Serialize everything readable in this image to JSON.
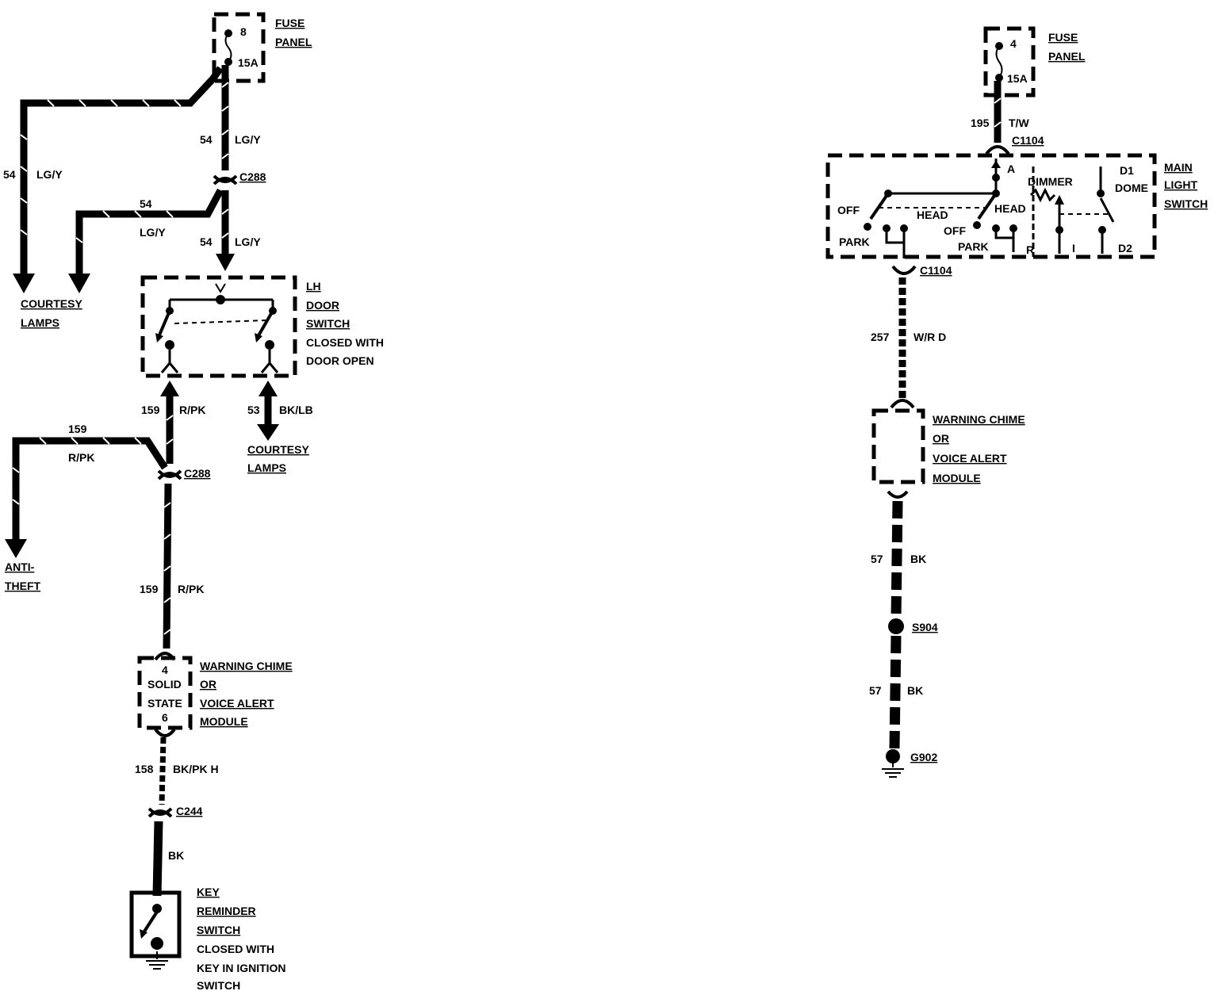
{
  "left": {
    "fuse": {
      "number": "8",
      "rating": "15A"
    },
    "fuse_panel": [
      "FUSE",
      "PANEL"
    ],
    "circuits": {
      "c54_main": [
        "54",
        "LG/Y"
      ],
      "c54_left": [
        "54",
        "LG/Y"
      ],
      "c54_branch": [
        "54",
        "LG/Y"
      ],
      "c54_lower": [
        "54",
        "LG/Y"
      ],
      "c159_upper": [
        "159",
        "R/PK"
      ],
      "c159_branch": [
        "159",
        "R/PK"
      ],
      "c159_lower": [
        "159",
        "R/PK"
      ],
      "c53": [
        "53",
        "BK/LB"
      ],
      "c158": [
        "158",
        "BK/PK H"
      ],
      "bk": "BK"
    },
    "connectors": {
      "c288_top": "C288",
      "c288_bottom": "C288",
      "c244": "C244"
    },
    "courtesy_lamps_left": [
      "COURTESY",
      "LAMPS"
    ],
    "courtesy_lamps_right": [
      "COURTESY",
      "LAMPS"
    ],
    "anti_theft": [
      "ANTI-",
      "THEFT"
    ],
    "lh_door_switch": [
      "LH",
      "DOOR",
      "SWITCH",
      "CLOSED WITH",
      "DOOR OPEN"
    ],
    "module_pins": [
      "4",
      "SOLID",
      "STATE",
      "6"
    ],
    "module": [
      "WARNING CHIME",
      "OR",
      "VOICE ALERT",
      "MODULE"
    ],
    "key_switch": [
      "KEY",
      "REMINDER",
      "SWITCH",
      "CLOSED WITH",
      "KEY IN IGNITION",
      "SWITCH"
    ]
  },
  "right": {
    "fuse": {
      "number": "4",
      "rating": "15A"
    },
    "fuse_panel": [
      "FUSE",
      "PANEL"
    ],
    "circuits": {
      "c195": [
        "195",
        "T/W"
      ],
      "c257": [
        "257",
        "W/R D"
      ],
      "c57_upper": [
        "57",
        "BK"
      ],
      "c57_lower": [
        "57",
        "BK"
      ]
    },
    "connectors": {
      "c1104_top": "C1104",
      "c1104_bottom": "C1104"
    },
    "main_light_switch": [
      "MAIN",
      "LIGHT",
      "SWITCH"
    ],
    "switch_labels": {
      "a": "A",
      "off_left": "OFF",
      "park_left": "PARK",
      "head_left": "HEAD",
      "head_right": "HEAD",
      "off_right": "OFF",
      "park_right": "PARK",
      "r": "R",
      "dimmer": "DIMMER",
      "d1": "D1",
      "dome": "DOME",
      "i": "I",
      "d2": "D2"
    },
    "module": [
      "WARNING CHIME",
      "OR",
      "VOICE ALERT",
      "MODULE"
    ],
    "splice": "S904",
    "ground": "G902"
  }
}
